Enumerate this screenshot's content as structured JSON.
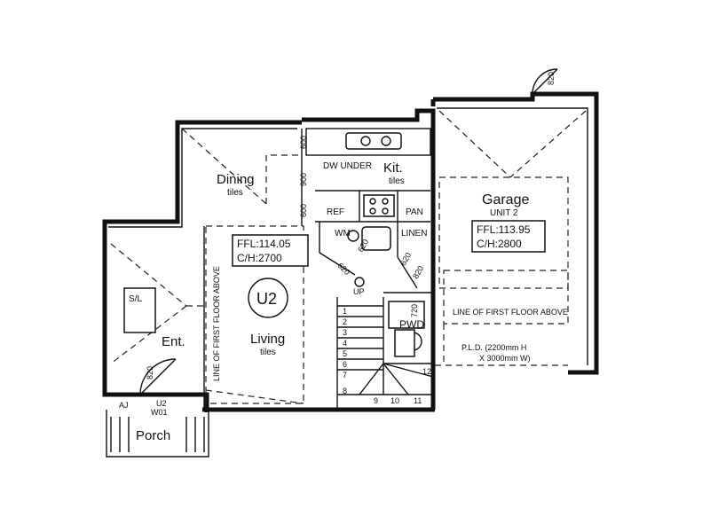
{
  "rooms": {
    "dining": {
      "name": "Dining",
      "finish": "tiles"
    },
    "kitchen": {
      "name": "Kit.",
      "finish": "tiles"
    },
    "living": {
      "name": "Living",
      "finish": "tiles"
    },
    "entry": {
      "name": "Ent."
    },
    "porch": {
      "name": "Porch"
    },
    "garage": {
      "name": "Garage",
      "unit": "UNIT 2"
    },
    "powder": {
      "name": "PWD"
    }
  },
  "unit_label": "U2",
  "living_levels": {
    "ffl": "FFL:114.05",
    "ch": "C/H:2700"
  },
  "garage_levels": {
    "ffl": "FFL:113.95",
    "ch": "C/H:2800"
  },
  "fixtures": {
    "dw": "DW UNDER",
    "ref": "REF",
    "pan": "PAN",
    "wm": "WM",
    "linen": "LINEN",
    "sl": "S/L",
    "aj": "AJ",
    "window": [
      "U2",
      "W01"
    ],
    "up": "UP",
    "pld": [
      "P.L.D. (2200mm  H",
      "X 3000mm W)"
    ]
  },
  "notes": {
    "first_floor_vertical": "LINE OF FIRST FLOOR ABOVE",
    "first_floor_garage": "LINE OF FIRST FLOOR ABOVE"
  },
  "dimensions": {
    "d600a": "600",
    "d900": "900",
    "d600b": "600",
    "d820_garage": "820",
    "d820_entry": "820",
    "d620a": "620",
    "d620b": "620",
    "d620c": "620",
    "d820_laundry": "820",
    "d720": "720"
  },
  "stair_numbers": [
    "1",
    "2",
    "3",
    "4",
    "5",
    "6",
    "7",
    "8",
    "9",
    "10",
    "11",
    "12"
  ]
}
